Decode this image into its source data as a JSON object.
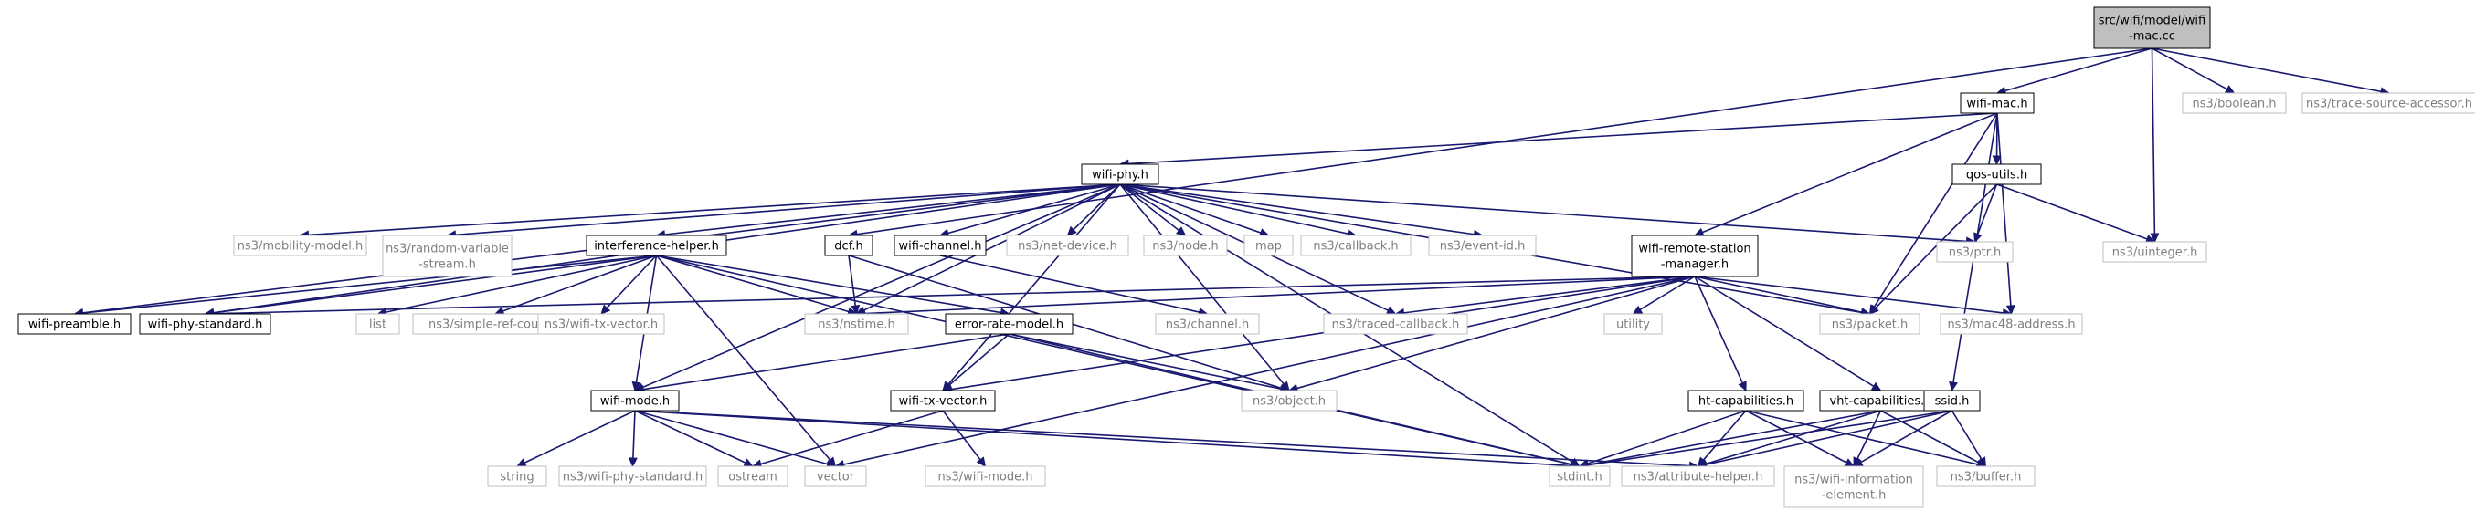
{
  "graph": {
    "colors": {
      "edge": "#191970",
      "root_fill": "#bfbfbf",
      "normal_border": "#000000",
      "external_border": "#bfbfbf",
      "normal_text": "#000000",
      "external_text": "#7f7f7f"
    },
    "nodes": [
      {
        "id": "root",
        "kind": "root",
        "lines": [
          "src/wifi/model/wifi",
          "-mac.cc"
        ]
      },
      {
        "id": "wifi-mac",
        "kind": "normal",
        "lines": [
          "wifi-mac.h"
        ]
      },
      {
        "id": "boolean",
        "kind": "external",
        "lines": [
          "ns3/boolean.h"
        ]
      },
      {
        "id": "trace-source-accessor",
        "kind": "external",
        "lines": [
          "ns3/trace-source-accessor.h"
        ]
      },
      {
        "id": "wifi-phy",
        "kind": "normal",
        "lines": [
          "wifi-phy.h"
        ]
      },
      {
        "id": "qos-utils",
        "kind": "normal",
        "lines": [
          "qos-utils.h"
        ]
      },
      {
        "id": "uinteger",
        "kind": "external",
        "lines": [
          "ns3/uinteger.h"
        ]
      },
      {
        "id": "mobility-model",
        "kind": "external",
        "lines": [
          "ns3/mobility-model.h"
        ]
      },
      {
        "id": "random-variable-stream",
        "kind": "external",
        "lines": [
          "ns3/random-variable",
          "-stream.h"
        ]
      },
      {
        "id": "interference-helper",
        "kind": "normal",
        "lines": [
          "interference-helper.h"
        ]
      },
      {
        "id": "dcf",
        "kind": "normal",
        "lines": [
          "dcf.h"
        ]
      },
      {
        "id": "wifi-channel",
        "kind": "normal",
        "lines": [
          "wifi-channel.h"
        ]
      },
      {
        "id": "net-device",
        "kind": "external",
        "lines": [
          "ns3/net-device.h"
        ]
      },
      {
        "id": "node",
        "kind": "external",
        "lines": [
          "ns3/node.h"
        ]
      },
      {
        "id": "map",
        "kind": "external",
        "lines": [
          "map"
        ]
      },
      {
        "id": "callback",
        "kind": "external",
        "lines": [
          "ns3/callback.h"
        ]
      },
      {
        "id": "event-id",
        "kind": "external",
        "lines": [
          "ns3/event-id.h"
        ]
      },
      {
        "id": "wifi-remote-station-manager",
        "kind": "normal",
        "lines": [
          "wifi-remote-station",
          "-manager.h"
        ]
      },
      {
        "id": "ptr",
        "kind": "external",
        "lines": [
          "ns3/ptr.h"
        ]
      },
      {
        "id": "wifi-preamble",
        "kind": "normal",
        "lines": [
          "wifi-preamble.h"
        ]
      },
      {
        "id": "wifi-phy-standard",
        "kind": "normal",
        "lines": [
          "wifi-phy-standard.h"
        ]
      },
      {
        "id": "list",
        "kind": "external",
        "lines": [
          "list"
        ]
      },
      {
        "id": "simple-ref-count",
        "kind": "external",
        "lines": [
          "ns3/simple-ref-count.h"
        ]
      },
      {
        "id": "ns3-wifi-tx-vector",
        "kind": "external",
        "lines": [
          "ns3/wifi-tx-vector.h"
        ]
      },
      {
        "id": "nstime",
        "kind": "external",
        "lines": [
          "ns3/nstime.h"
        ]
      },
      {
        "id": "error-rate-model",
        "kind": "normal",
        "lines": [
          "error-rate-model.h"
        ]
      },
      {
        "id": "channel",
        "kind": "external",
        "lines": [
          "ns3/channel.h"
        ]
      },
      {
        "id": "traced-callback",
        "kind": "external",
        "lines": [
          "ns3/traced-callback.h"
        ]
      },
      {
        "id": "utility",
        "kind": "external",
        "lines": [
          "utility"
        ]
      },
      {
        "id": "packet",
        "kind": "external",
        "lines": [
          "ns3/packet.h"
        ]
      },
      {
        "id": "mac48-address",
        "kind": "external",
        "lines": [
          "ns3/mac48-address.h"
        ]
      },
      {
        "id": "wifi-mode",
        "kind": "normal",
        "lines": [
          "wifi-mode.h"
        ]
      },
      {
        "id": "wifi-tx-vector",
        "kind": "normal",
        "lines": [
          "wifi-tx-vector.h"
        ]
      },
      {
        "id": "object",
        "kind": "external",
        "lines": [
          "ns3/object.h"
        ]
      },
      {
        "id": "ht-capabilities",
        "kind": "normal",
        "lines": [
          "ht-capabilities.h"
        ]
      },
      {
        "id": "vht-capabilities",
        "kind": "normal",
        "lines": [
          "vht-capabilities.h"
        ]
      },
      {
        "id": "ssid",
        "kind": "normal",
        "lines": [
          "ssid.h"
        ]
      },
      {
        "id": "string",
        "kind": "external",
        "lines": [
          "string"
        ]
      },
      {
        "id": "ns3-wifi-phy-standard",
        "kind": "external",
        "lines": [
          "ns3/wifi-phy-standard.h"
        ]
      },
      {
        "id": "ostream",
        "kind": "external",
        "lines": [
          "ostream"
        ]
      },
      {
        "id": "vector",
        "kind": "external",
        "lines": [
          "vector"
        ]
      },
      {
        "id": "ns3-wifi-mode",
        "kind": "external",
        "lines": [
          "ns3/wifi-mode.h"
        ]
      },
      {
        "id": "stdint",
        "kind": "external",
        "lines": [
          "stdint.h"
        ]
      },
      {
        "id": "attribute-helper",
        "kind": "external",
        "lines": [
          "ns3/attribute-helper.h"
        ]
      },
      {
        "id": "wifi-information-element",
        "kind": "external",
        "lines": [
          "ns3/wifi-information",
          "-element.h"
        ]
      },
      {
        "id": "buffer",
        "kind": "external",
        "lines": [
          "ns3/buffer.h"
        ]
      }
    ],
    "edges": [
      [
        "root",
        "wifi-mac"
      ],
      [
        "root",
        "boolean"
      ],
      [
        "root",
        "trace-source-accessor"
      ],
      [
        "root",
        "dcf"
      ],
      [
        "root",
        "uinteger"
      ],
      [
        "wifi-mac",
        "wifi-phy"
      ],
      [
        "wifi-mac",
        "qos-utils"
      ],
      [
        "wifi-mac",
        "wifi-remote-station-manager"
      ],
      [
        "wifi-mac",
        "packet"
      ],
      [
        "wifi-mac",
        "mac48-address"
      ],
      [
        "wifi-mac",
        "ssid"
      ],
      [
        "qos-utils",
        "ptr"
      ],
      [
        "qos-utils",
        "uinteger"
      ],
      [
        "qos-utils",
        "packet"
      ],
      [
        "wifi-phy",
        "mobility-model"
      ],
      [
        "wifi-phy",
        "random-variable-stream"
      ],
      [
        "wifi-phy",
        "interference-helper"
      ],
      [
        "wifi-phy",
        "wifi-channel"
      ],
      [
        "wifi-phy",
        "net-device"
      ],
      [
        "wifi-phy",
        "node"
      ],
      [
        "wifi-phy",
        "map"
      ],
      [
        "wifi-phy",
        "callback"
      ],
      [
        "wifi-phy",
        "event-id"
      ],
      [
        "wifi-phy",
        "ptr"
      ],
      [
        "wifi-phy",
        "packet"
      ],
      [
        "wifi-phy",
        "traced-callback"
      ],
      [
        "wifi-phy",
        "nstime"
      ],
      [
        "wifi-phy",
        "object"
      ],
      [
        "wifi-phy",
        "wifi-tx-vector"
      ],
      [
        "wifi-phy",
        "wifi-mode"
      ],
      [
        "wifi-phy",
        "wifi-preamble"
      ],
      [
        "wifi-phy",
        "wifi-phy-standard"
      ],
      [
        "wifi-phy",
        "stdint"
      ],
      [
        "interference-helper",
        "wifi-preamble"
      ],
      [
        "interference-helper",
        "wifi-phy-standard"
      ],
      [
        "interference-helper",
        "list"
      ],
      [
        "interference-helper",
        "simple-ref-count"
      ],
      [
        "interference-helper",
        "ns3-wifi-tx-vector"
      ],
      [
        "interference-helper",
        "nstime"
      ],
      [
        "interference-helper",
        "error-rate-model"
      ],
      [
        "interference-helper",
        "wifi-mode"
      ],
      [
        "interference-helper",
        "vector"
      ],
      [
        "interference-helper",
        "stdint"
      ],
      [
        "dcf",
        "nstime"
      ],
      [
        "dcf",
        "object"
      ],
      [
        "wifi-channel",
        "channel"
      ],
      [
        "error-rate-model",
        "wifi-mode"
      ],
      [
        "error-rate-model",
        "wifi-tx-vector"
      ],
      [
        "error-rate-model",
        "object"
      ],
      [
        "error-rate-model",
        "stdint"
      ],
      [
        "wifi-remote-station-manager",
        "nstime"
      ],
      [
        "wifi-remote-station-manager",
        "traced-callback"
      ],
      [
        "wifi-remote-station-manager",
        "utility"
      ],
      [
        "wifi-remote-station-manager",
        "packet"
      ],
      [
        "wifi-remote-station-manager",
        "mac48-address"
      ],
      [
        "wifi-remote-station-manager",
        "object"
      ],
      [
        "wifi-remote-station-manager",
        "wifi-tx-vector"
      ],
      [
        "wifi-remote-station-manager",
        "ht-capabilities"
      ],
      [
        "wifi-remote-station-manager",
        "vht-capabilities"
      ],
      [
        "wifi-remote-station-manager",
        "vector"
      ],
      [
        "wifi-remote-station-manager",
        "wifi-phy-standard"
      ],
      [
        "wifi-mode",
        "string"
      ],
      [
        "wifi-mode",
        "ns3-wifi-phy-standard"
      ],
      [
        "wifi-mode",
        "ostream"
      ],
      [
        "wifi-mode",
        "vector"
      ],
      [
        "wifi-mode",
        "stdint"
      ],
      [
        "wifi-mode",
        "attribute-helper"
      ],
      [
        "wifi-tx-vector",
        "ns3-wifi-mode"
      ],
      [
        "wifi-tx-vector",
        "ostream"
      ],
      [
        "ht-capabilities",
        "stdint"
      ],
      [
        "ht-capabilities",
        "attribute-helper"
      ],
      [
        "ht-capabilities",
        "wifi-information-element"
      ],
      [
        "ht-capabilities",
        "buffer"
      ],
      [
        "vht-capabilities",
        "stdint"
      ],
      [
        "vht-capabilities",
        "attribute-helper"
      ],
      [
        "vht-capabilities",
        "wifi-information-element"
      ],
      [
        "vht-capabilities",
        "buffer"
      ],
      [
        "ssid",
        "stdint"
      ],
      [
        "ssid",
        "attribute-helper"
      ],
      [
        "ssid",
        "wifi-information-element"
      ],
      [
        "ssid",
        "buffer"
      ]
    ]
  }
}
